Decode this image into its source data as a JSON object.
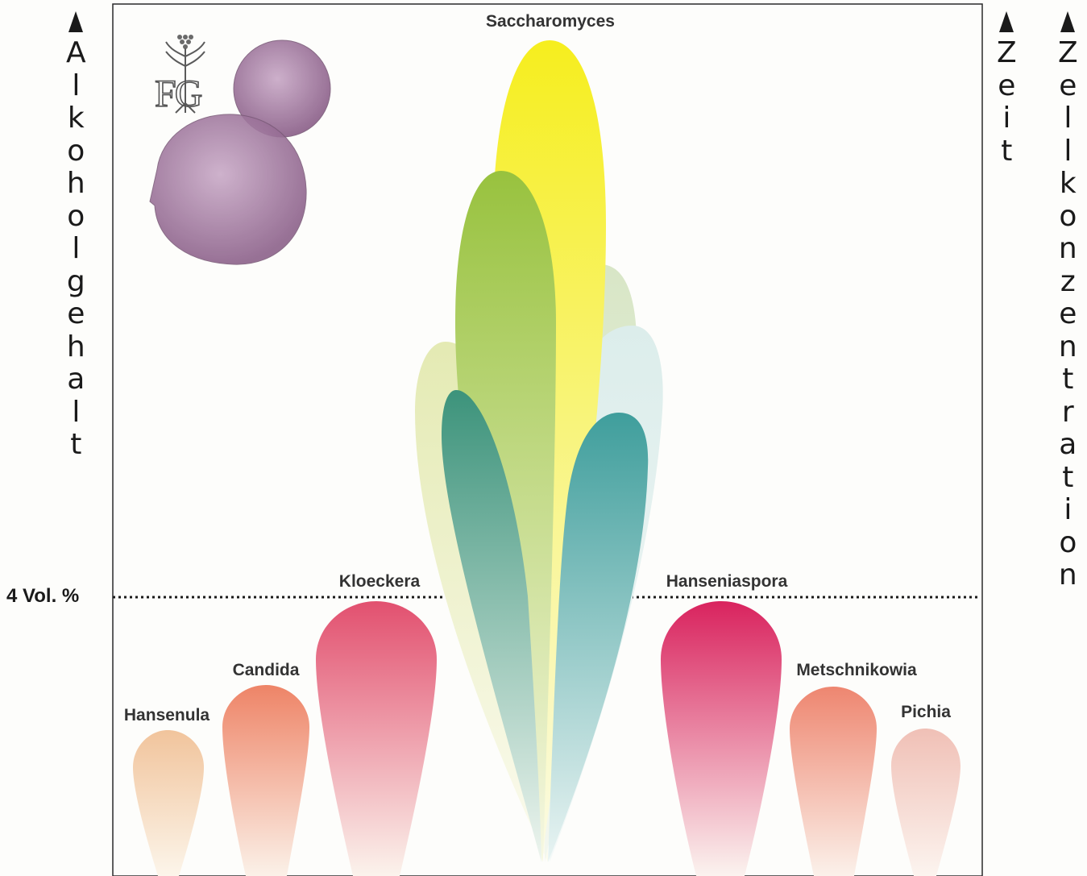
{
  "axes": {
    "left_title": "Alkoholgehalt",
    "right_title_1": "Zeit",
    "right_title_2": "Zellkonzentration"
  },
  "threshold": {
    "label": "4 Vol. %"
  },
  "logo": {
    "text": "FG"
  },
  "genera": [
    {
      "name": "Saccharomyces",
      "color_top": "#f6ee1e",
      "color_bottom": "#fbfbe6"
    },
    {
      "name": "Kloeckera",
      "color_top": "#e2506f",
      "color_bottom": "#fbf3ec"
    },
    {
      "name": "Hanseniaspora",
      "color_top": "#d9235e",
      "color_bottom": "#fbf3ef"
    },
    {
      "name": "Candida",
      "color_top": "#ee8467",
      "color_bottom": "#fbf1e8"
    },
    {
      "name": "Metschnikowia",
      "color_top": "#ee8670",
      "color_bottom": "#fbf1ea"
    },
    {
      "name": "Hansenula",
      "color_top": "#f1c49c",
      "color_bottom": "#fcf5ea"
    },
    {
      "name": "Pichia",
      "color_top": "#f0c0b6",
      "color_bottom": "#fcf4ef"
    }
  ],
  "unlabeled_fan_colors": [
    {
      "color_top": "#98c23e",
      "color_bottom": "#f7f8e3"
    },
    {
      "color_top": "#e4eab3",
      "color_bottom": "#fbfbef"
    },
    {
      "color_top": "#3c937b",
      "color_bottom": "#eef5ef"
    },
    {
      "color_top": "#d8e6c6",
      "color_bottom": "#f3f7ef"
    },
    {
      "color_top": "#dcedeb",
      "color_bottom": "#f4f9f8"
    },
    {
      "color_top": "#3f9e9c",
      "color_bottom": "#e9f4f3"
    }
  ],
  "cell_colors": {
    "light": "#c8a8c6",
    "dark": "#8a5e88",
    "outline": "#7a5a78"
  }
}
